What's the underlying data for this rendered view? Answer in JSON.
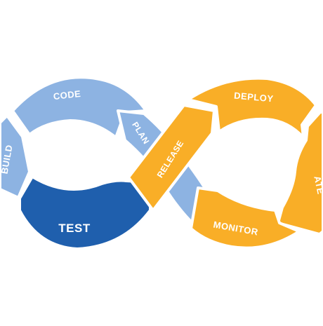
{
  "diagram": {
    "type": "devops-infinity-loop",
    "stages": {
      "code": "CODE",
      "build": "BUILD",
      "test": "TEST",
      "plan": "PLAN",
      "release": "RELEASE",
      "deploy": "DEPLOY",
      "operate": "ATE",
      "monitor": "MONITOR"
    },
    "colors": {
      "light_blue": "#8DB3E2",
      "dark_blue": "#1F5FAD",
      "orange": "#F9AE27",
      "outline": "#ffffff",
      "background": "#ffffff"
    }
  }
}
